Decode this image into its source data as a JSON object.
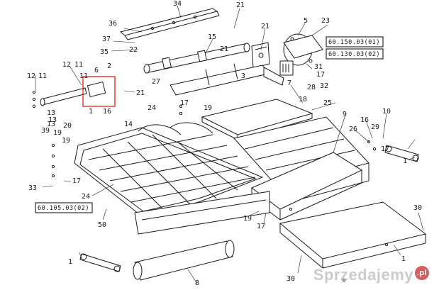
{
  "diagram": {
    "callouts": [
      "34",
      "36",
      "21",
      "5",
      "23",
      "37",
      "35",
      "22",
      "15",
      "21",
      "21",
      "12",
      "11",
      "11",
      "12",
      "6",
      "2",
      "3",
      "11",
      "31",
      "17",
      "1",
      "21",
      "27",
      "18",
      "28",
      "32",
      "7",
      "16",
      "24",
      "14",
      "17",
      "19",
      "25",
      "20",
      "19",
      "9",
      "39",
      "19",
      "16",
      "10",
      "26",
      "29",
      "17",
      "13",
      "13",
      "13",
      "1",
      "33",
      "17",
      "24",
      "60.105.03(02)",
      "50",
      "19",
      "17",
      "30",
      "1",
      "8",
      "30",
      "1"
    ],
    "ref_boxes": {
      "top1": "60.150.03(01)",
      "top2": "60.130.03(02)",
      "left": "60.105.03(02)"
    },
    "colors": {
      "line": "#1a1a1a",
      "highlight": "#d9322b"
    }
  },
  "watermark": {
    "text": "Sprzedajemy",
    "badge": ".pl"
  }
}
